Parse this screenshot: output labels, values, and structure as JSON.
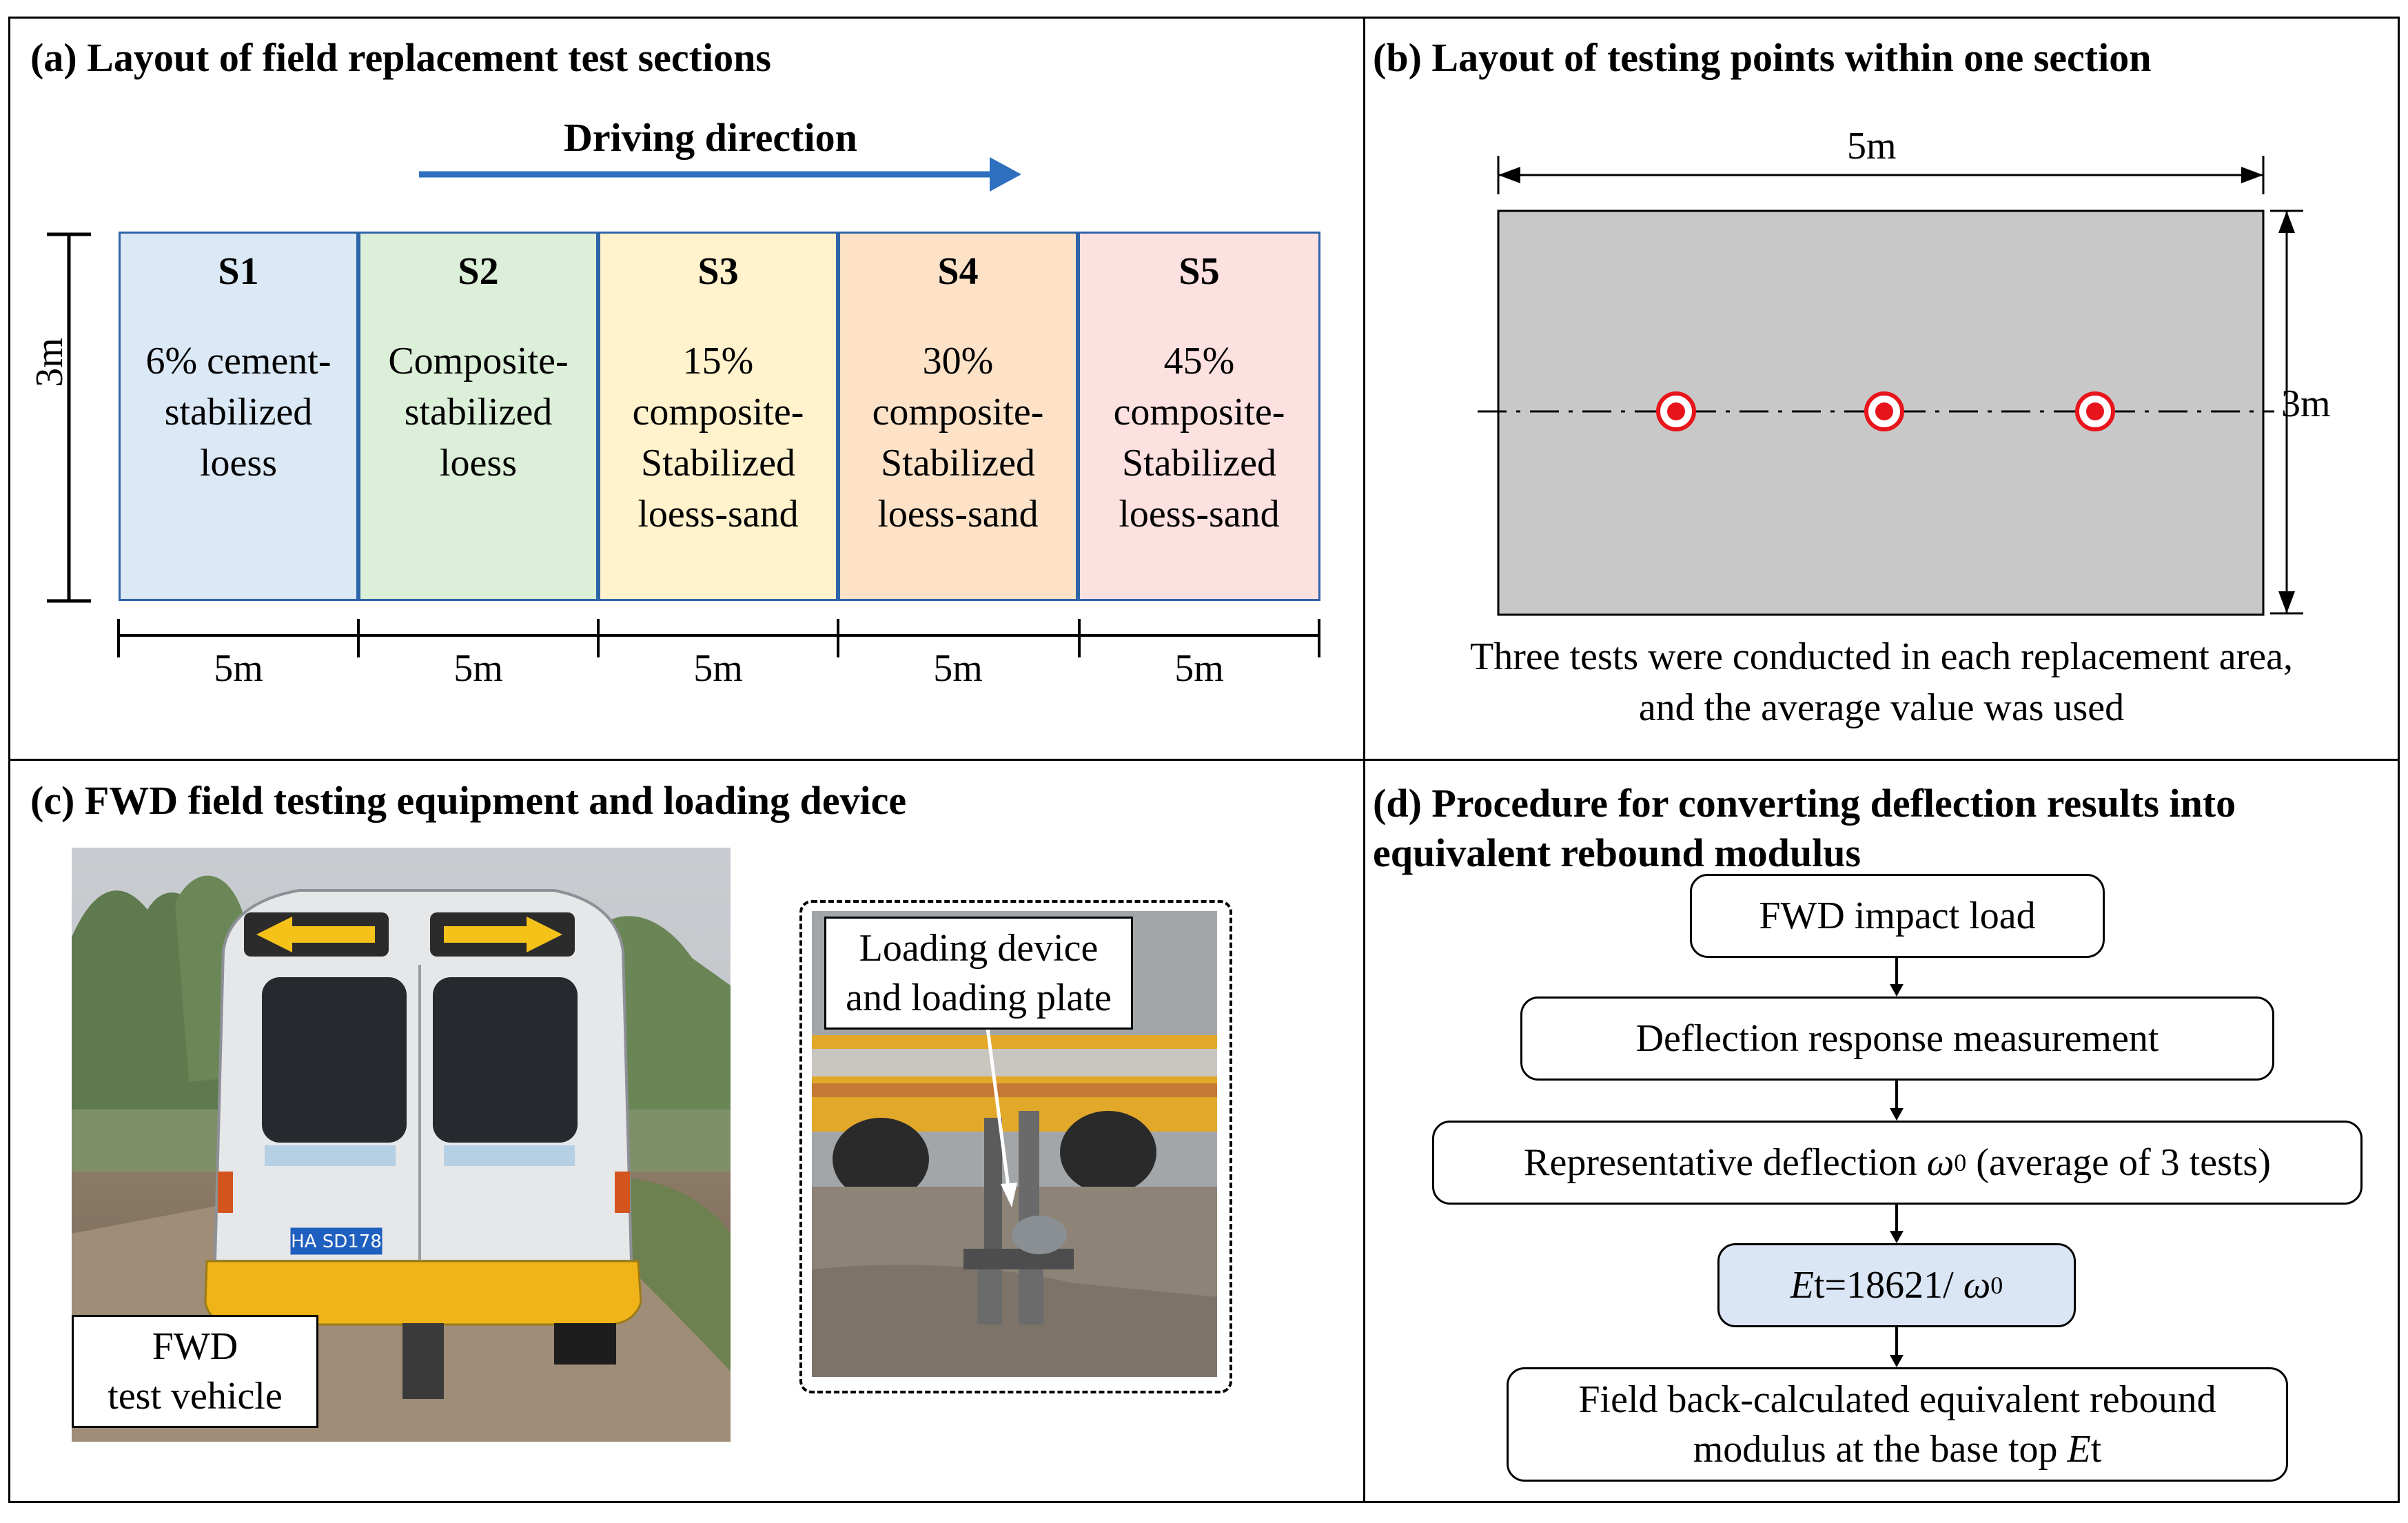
{
  "panel_a": {
    "title": "(a) Layout of field replacement test sections",
    "driving_direction": "Driving direction",
    "height_label": "3m",
    "sections": [
      {
        "label": "S1",
        "desc": "6% cement-\nstabilized\nloess",
        "length": "5m",
        "color": "#dbe8f5"
      },
      {
        "label": "S2",
        "desc": "Composite-\nstabilized\nloess",
        "length": "5m",
        "color": "#dcefd8"
      },
      {
        "label": "S3",
        "desc": "15%\ncomposite-\nStabilized\nloess-sand",
        "length": "5m",
        "color": "#fff2cc"
      },
      {
        "label": "S4",
        "desc": "30%\ncomposite-\nStabilized\nloess-sand",
        "length": "5m",
        "color": "#fde2c8"
      },
      {
        "label": "S5",
        "desc": "45%\ncomposite-\nStabilized\nloess-sand",
        "length": "5m",
        "color": "#fde0e0"
      }
    ]
  },
  "panel_b": {
    "title": "(b) Layout of testing points within one section",
    "width_label": "5m",
    "height_label": "3m",
    "test_point_count": 3,
    "note": "Three tests were conducted in each replacement area,\nand the average value was used"
  },
  "panel_c": {
    "title": "(c) FWD field testing equipment and loading device",
    "vehicle_caption": "FWD\ntest vehicle",
    "device_caption": "Loading device\nand loading plate",
    "plate_number": "HA SD178"
  },
  "panel_d": {
    "title_line1": "(d) Procedure for converting deflection results into",
    "title_line2": "equivalent rebound modulus",
    "step1": "FWD impact load",
    "step2": "Deflection response measurement",
    "step3_pre": "Representative deflection ",
    "step3_sym": "ω",
    "step3_sub": "0",
    "step3_post": " (average of 3 tests)",
    "step4_e": "E",
    "step4_mid": "t=18621/ ",
    "step4_sym": "ω",
    "step4_sub": "0",
    "step5_line1": "Field back-calculated equivalent rebound",
    "step5_line2_pre": "modulus at the base top ",
    "step5_e": "E",
    "step5_t": "t"
  },
  "colors": {
    "arrow": "#2e6fbe",
    "section_border": "#2e64a8",
    "formula_box": "#dae6f5",
    "test_point": "#e8141c",
    "slab": "#c8c8c8"
  }
}
